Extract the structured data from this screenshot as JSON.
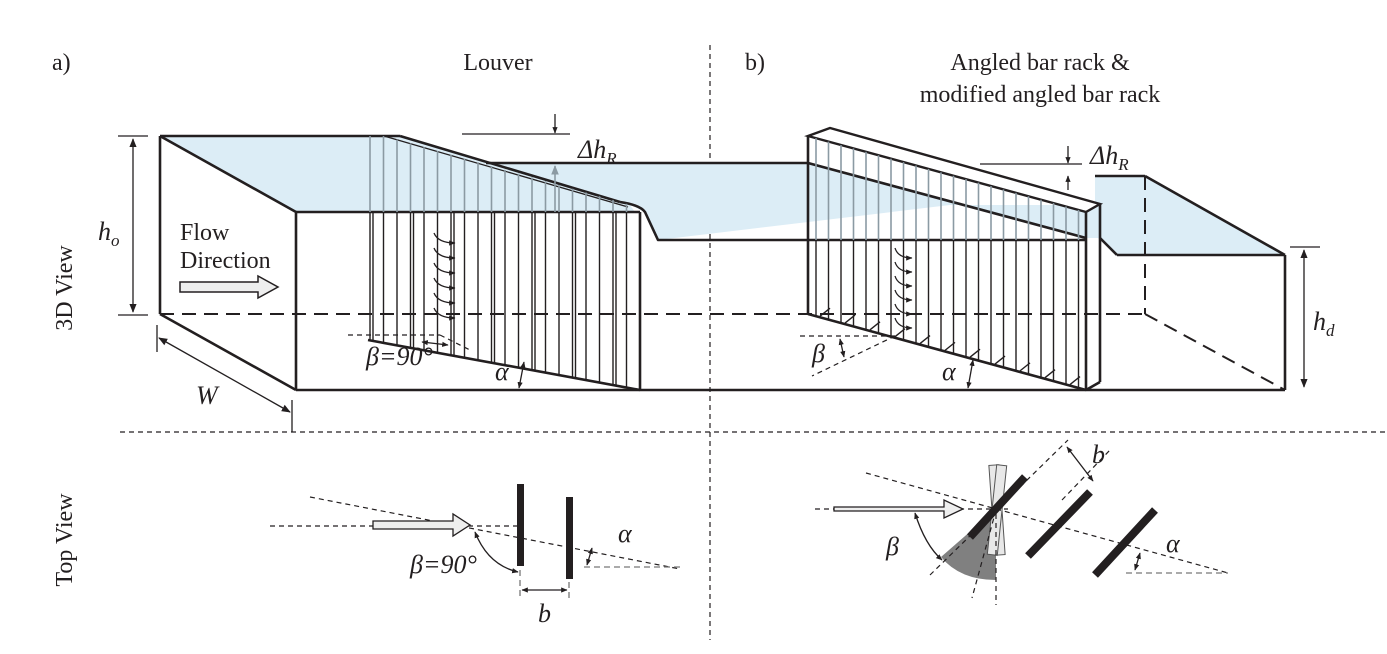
{
  "panels": {
    "a": {
      "label": "a)",
      "title": "Louver",
      "flow_label_line1": "Flow",
      "flow_label_line2": "Direction",
      "beta_label": "β=90°",
      "alpha_label": "α",
      "top_beta_label": "β=90°",
      "top_alpha_label": "α",
      "top_b_label": "b"
    },
    "b": {
      "label": "b)",
      "title_line1": "Angled bar rack &",
      "title_line2": "modified angled bar rack",
      "beta_label": "β",
      "alpha_label": "α",
      "top_beta_label": "β",
      "top_alpha_label": "α",
      "top_b_label": "b"
    }
  },
  "rows": {
    "top_row_label": "3D View",
    "bottom_row_label": "Top View"
  },
  "dimensions": {
    "upstream_depth": {
      "symbol": "h",
      "subscript": "o"
    },
    "downstream_depth": {
      "symbol": "h",
      "subscript": "d"
    },
    "width": {
      "symbol": "W"
    },
    "head_loss": {
      "symbol": "Δh",
      "subscript": "R"
    }
  },
  "colors": {
    "water": "#dcedf6",
    "ink": "#231f20",
    "shade": "#808080"
  }
}
